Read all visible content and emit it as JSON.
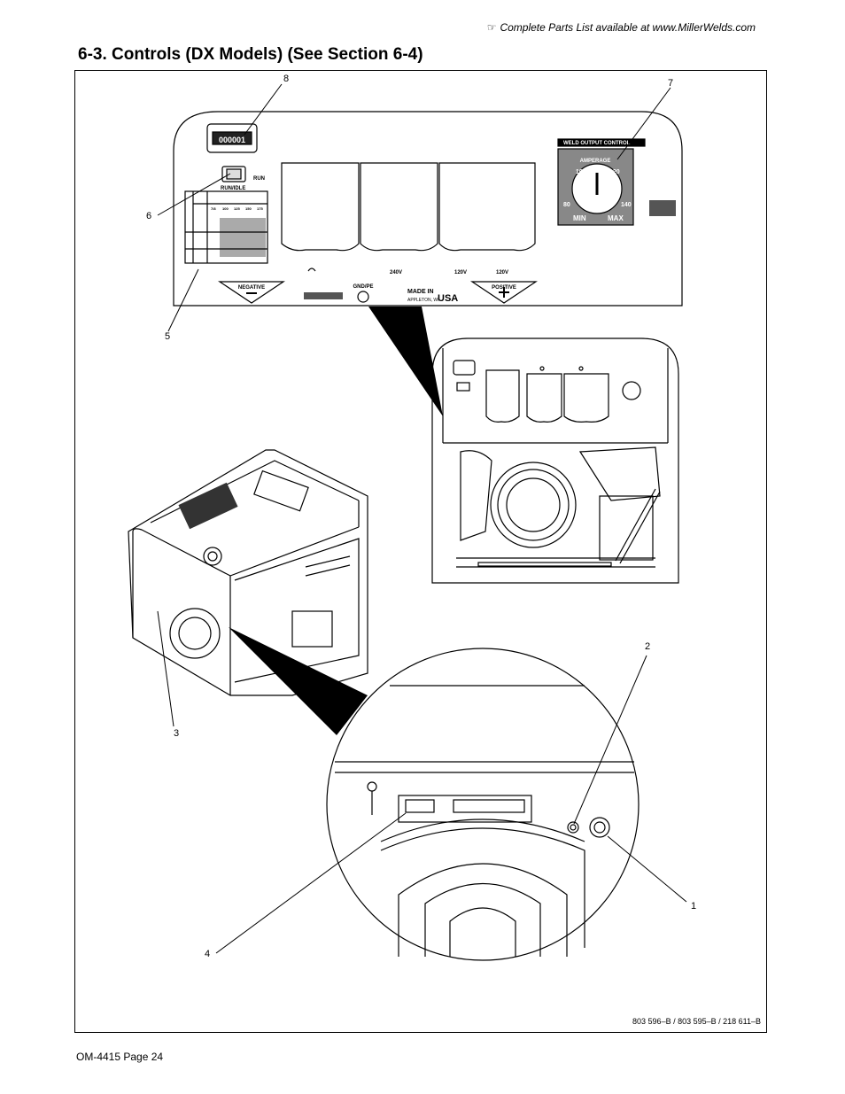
{
  "header": {
    "note_icon": "pointing-hand-icon",
    "note": "Complete Parts List available at www.MillerWelds.com"
  },
  "section": {
    "title": "6-3.   Controls (DX Models) (See Section 6-4)"
  },
  "callouts": {
    "c1": "1",
    "c2": "2",
    "c3": "3",
    "c4": "4",
    "c5": "5",
    "c6": "6",
    "c7": "7",
    "c8": "8"
  },
  "panel": {
    "meter_reading": "000001",
    "switch_left_label": "RUN/IDLE",
    "switch_right_label": "RUN",
    "weld_output_label": "WELD OUTPUT CONTROL",
    "amperage_label": "AMPERAGE",
    "dial_marks": [
      "100",
      "120",
      "80",
      "140"
    ],
    "min_label": "MIN",
    "max_label": "MAX",
    "negative_label": "NEGATIVE",
    "positive_label": "POSITIVE",
    "ground_label": "GND/PE",
    "made_in_label": "MADE IN",
    "made_in_country": "USA",
    "made_in_city": "APPLETON, WI",
    "receptacle_labels": [
      "240V",
      "120V",
      "120V"
    ],
    "table_header": [
      "7/8",
      "100",
      "125",
      "150",
      "175"
    ]
  },
  "drawing_number": "803 596–B / 803 595–B / 218 611–B",
  "footer": {
    "page": "OM-4415 Page 24"
  }
}
